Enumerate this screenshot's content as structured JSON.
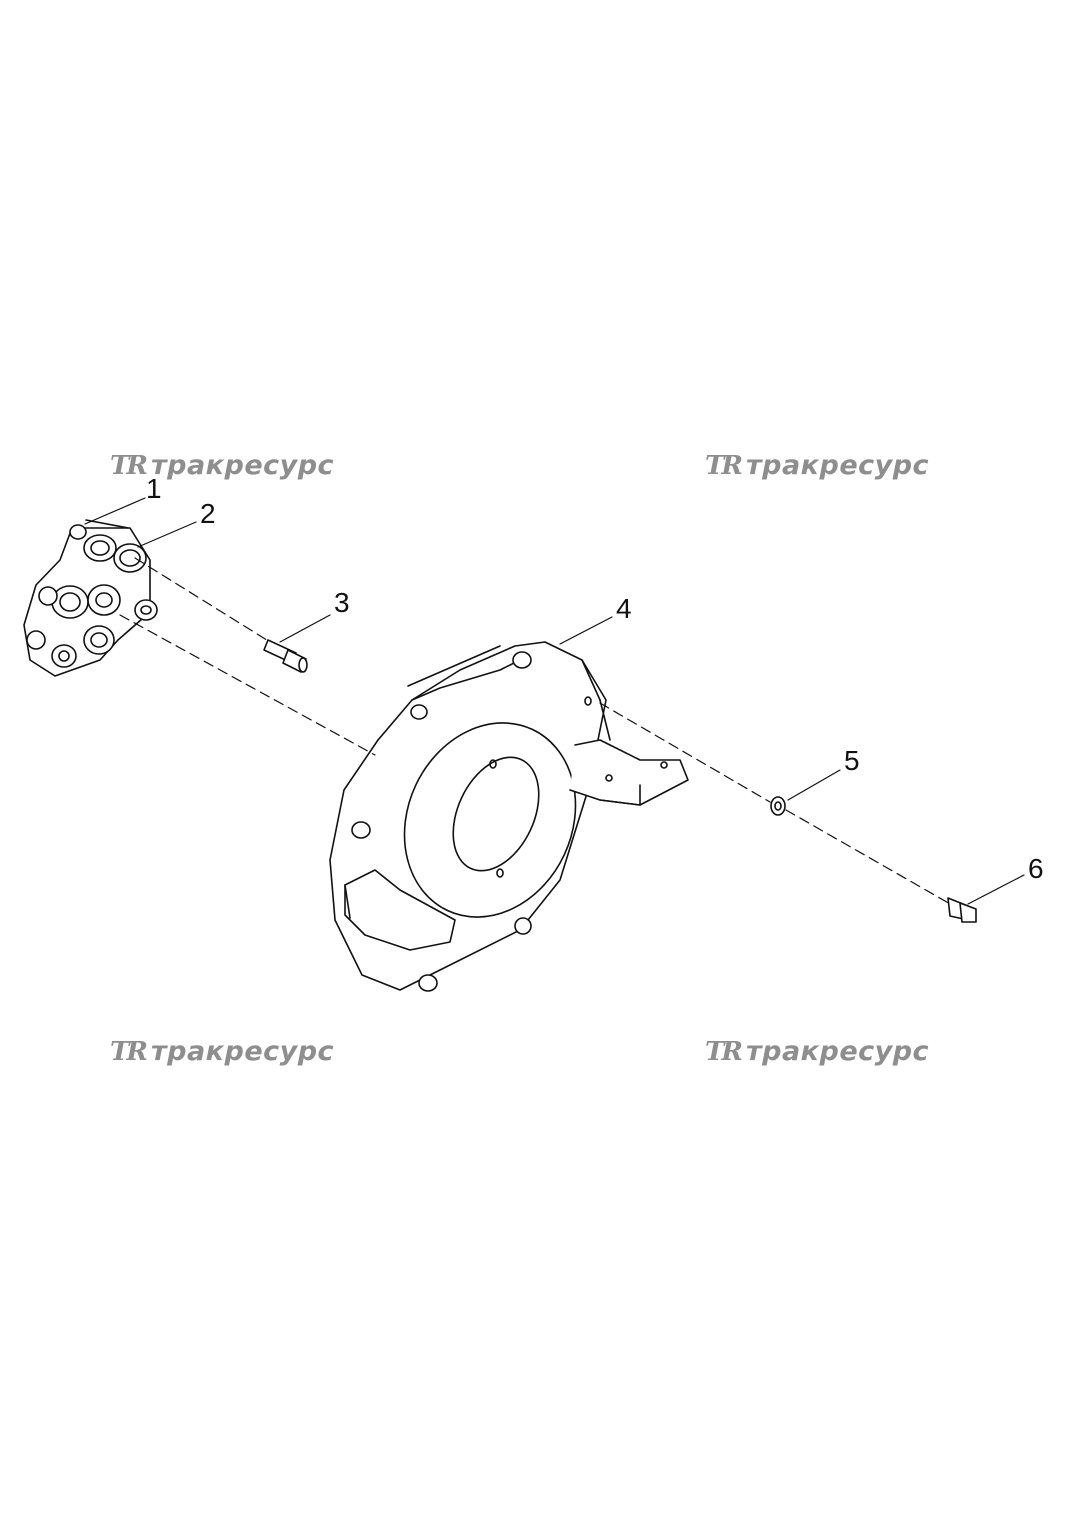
{
  "watermark": {
    "logo": "TR",
    "text": "тракресурс"
  },
  "callouts": [
    "1",
    "2",
    "3",
    "4",
    "5",
    "6"
  ],
  "colors": {
    "line": "#111111",
    "watermark": "#8e8e8e",
    "background": "#ffffff"
  }
}
